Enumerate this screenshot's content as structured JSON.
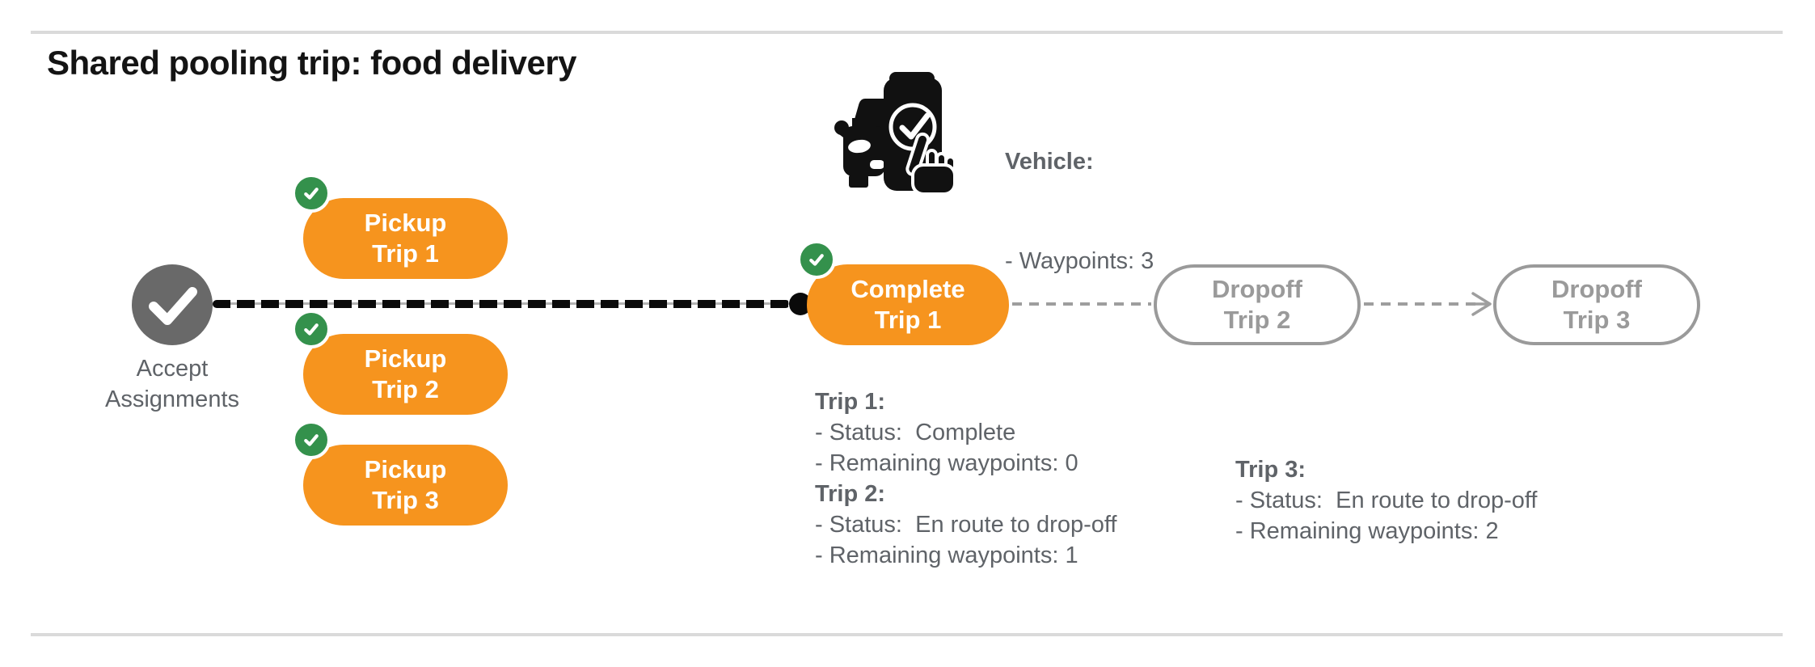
{
  "page": {
    "title": "Shared pooling trip: food delivery"
  },
  "colors": {
    "node_orange": "#F6941E",
    "badge_green": "#34914C",
    "accept_gray": "#696969",
    "text_gray": "#5F6368",
    "outline_gray": "#9A9A9A",
    "rule_gray": "#DADADA",
    "connector_black": "#0A0A0A"
  },
  "icons": {
    "vehicle": "car-phone-check-icon",
    "accept": "white-checkmark-icon",
    "badge": "check-badge-icon",
    "arrow": "arrow-right-icon"
  },
  "vehicle": {
    "label": "Vehicle:",
    "waypoints_line": "- Waypoints: 3"
  },
  "flow": {
    "accept": {
      "label_line1": "Accept",
      "label_line2": "Assignments"
    },
    "pickups": [
      {
        "line1": "Pickup",
        "line2": "Trip 1"
      },
      {
        "line1": "Pickup",
        "line2": "Trip 2"
      },
      {
        "line1": "Pickup",
        "line2": "Trip 3"
      }
    ],
    "complete": {
      "line1": "Complete",
      "line2": "Trip 1"
    },
    "dropoffs": [
      {
        "line1": "Dropoff",
        "line2": "Trip 2"
      },
      {
        "line1": "Dropoff",
        "line2": "Trip 3"
      }
    ]
  },
  "details": {
    "left": [
      {
        "heading": "Trip 1:",
        "lines": [
          "- Status:  Complete",
          "- Remaining waypoints: 0"
        ]
      },
      {
        "heading": "Trip 2:",
        "lines": [
          "- Status:  En route to drop-off",
          "- Remaining waypoints: 1"
        ]
      }
    ],
    "right": [
      {
        "heading": "Trip 3:",
        "lines": [
          "- Status:  En route to drop-off",
          "- Remaining waypoints: 2"
        ]
      }
    ]
  }
}
